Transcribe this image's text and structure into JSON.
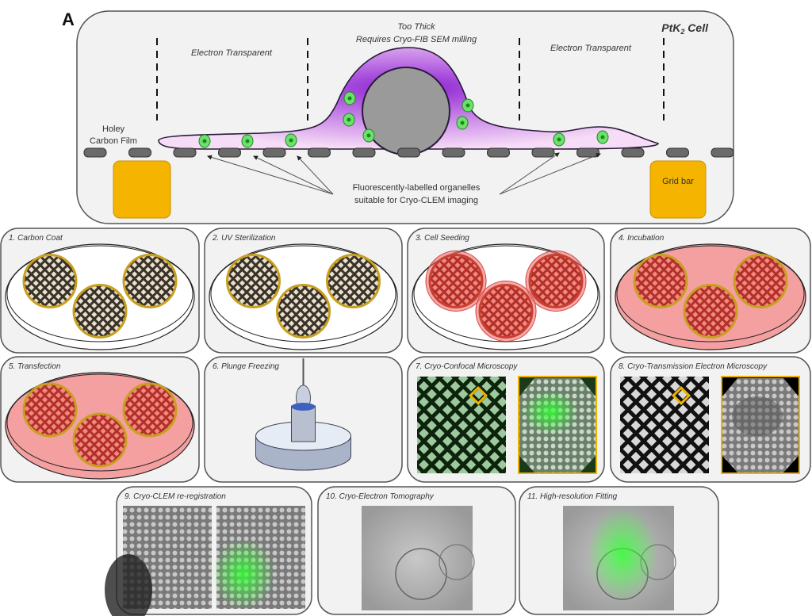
{
  "panel_a": {
    "label": "A",
    "cell_type": "PtK2 Cell",
    "cell_type_main": "PtK",
    "cell_type_sub": "2",
    "cell_type_suffix": " Cell",
    "center_title_1": "Too Thick",
    "center_title_2": "Requires Cryo-FIB SEM milling",
    "left_region": "Electron Transparent",
    "right_region": "Electron Transparent",
    "film_label_1": "Holey",
    "film_label_2": "Carbon Film",
    "grid_bar": "Grid bar",
    "organelles_1": "Fluorescently-labelled organelles",
    "organelles_2": "suitable for Cryo-CLEM imaging"
  },
  "steps": [
    {
      "label": "1. Carbon Coat"
    },
    {
      "label": "2. UV Sterilization"
    },
    {
      "label": "3. Cell Seeding"
    },
    {
      "label": "4. Incubation"
    },
    {
      "label": "5. Transfection"
    },
    {
      "label": "6. Plunge Freezing"
    },
    {
      "label": "7. Cryo-Confocal Microscopy"
    },
    {
      "label": "8. Cryo-Transmission Electron Microscopy"
    },
    {
      "label": "9. Cryo-CLEM re-registration"
    },
    {
      "label": "10. Cryo-Electron Tomography"
    },
    {
      "label": "11. High-resolution Fitting"
    }
  ],
  "colors": {
    "cell": "#c070e0",
    "nucleus": "#999999",
    "organelle": "#33cc33",
    "grid_bar": "#f5b400",
    "media": "#f4a0a0",
    "highlight": "#f0b400"
  }
}
